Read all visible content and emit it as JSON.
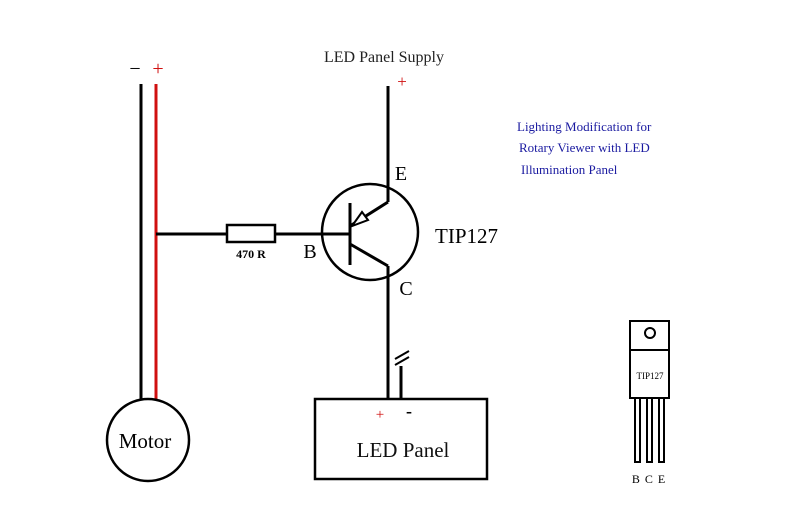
{
  "diagram": {
    "title_lines": [
      "Lighting Modification for",
      "Rotary Viewer with LED",
      "Illumination Panel"
    ],
    "title_color": "#1a1aa0",
    "supply": {
      "label": "LED Panel Supply",
      "polarity": "+"
    },
    "motor_terminals": {
      "negative": "−",
      "positive": "+"
    },
    "motor": {
      "label": "Motor"
    },
    "resistor": {
      "label": "470 R"
    },
    "transistor": {
      "part": "TIP127",
      "emitter": "E",
      "base": "B",
      "collector": "C"
    },
    "led_panel": {
      "label": "LED Panel",
      "positive": "+",
      "negative": "-"
    },
    "package": {
      "part": "TIP127",
      "pinout": "B C E"
    },
    "colors": {
      "wire": "#000000",
      "positive_wire": "#d01010",
      "positive_sign": "#d01010"
    }
  }
}
